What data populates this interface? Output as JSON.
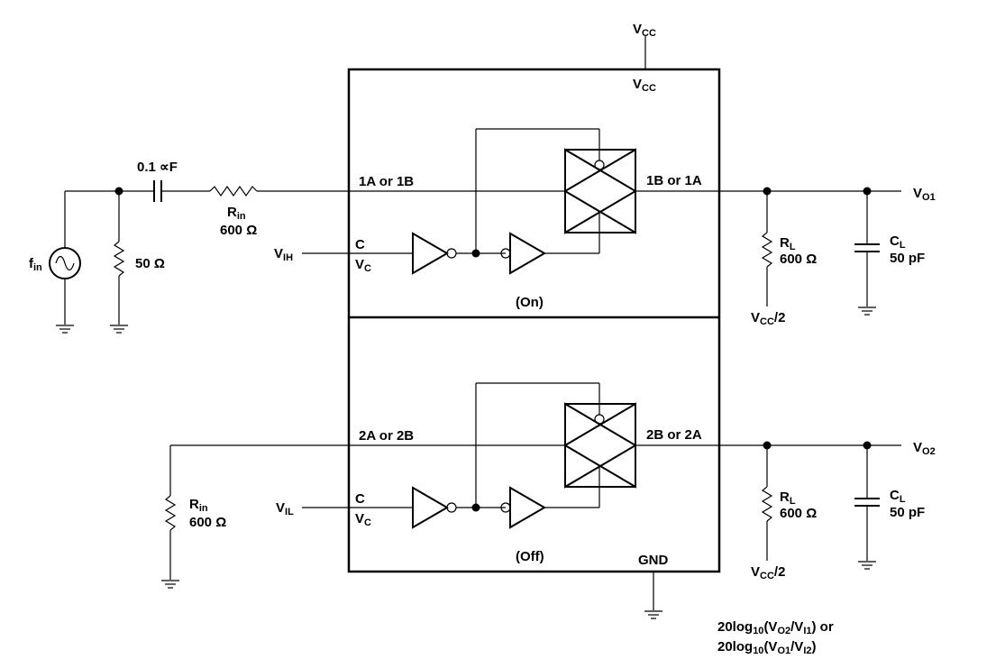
{
  "supply": {
    "vcc_top": {
      "main": "V",
      "sub": "CC"
    },
    "vcc_inner": {
      "main": "V",
      "sub": "CC"
    },
    "gnd": "GND"
  },
  "source": {
    "fin": {
      "main": "f",
      "sub": "in"
    },
    "r_term": "50 Ω",
    "cap": "0.1 ∝F",
    "rin_top": {
      "main": "R",
      "sub": "in",
      "value": "600 Ω"
    },
    "rin_bottom": {
      "main": "R",
      "sub": "in",
      "value": "600 Ω"
    }
  },
  "channel1": {
    "in_label": "1A or 1B",
    "out_label": "1B or 1A",
    "ctrl_c": "C",
    "ctrl_vc": {
      "main": "V",
      "sub": "C"
    },
    "ctrl_in": {
      "main": "V",
      "sub": "IH"
    },
    "state": "(On)",
    "rl": {
      "main": "R",
      "sub": "L",
      "value": "600 Ω"
    },
    "cl": {
      "main": "C",
      "sub": "L",
      "value": "50 pF"
    },
    "vcc2": {
      "main": "V",
      "sub": "CC",
      "tail": "/2"
    },
    "vout": {
      "main": "V",
      "sub": "O1"
    }
  },
  "channel2": {
    "in_label": "2A or 2B",
    "out_label": "2B or 2A",
    "ctrl_c": "C",
    "ctrl_vc": {
      "main": "V",
      "sub": "C"
    },
    "ctrl_in": {
      "main": "V",
      "sub": "IL"
    },
    "state": "(Off)",
    "rl": {
      "main": "R",
      "sub": "L",
      "value": "600 Ω"
    },
    "cl": {
      "main": "C",
      "sub": "L",
      "value": "50 pF"
    },
    "vcc2": {
      "main": "V",
      "sub": "CC",
      "tail": "/2"
    },
    "vout": {
      "main": "V",
      "sub": "O2"
    }
  },
  "formula": {
    "line1": {
      "a": "20log",
      "b": "10",
      "c": "(V",
      "d": "O2",
      "e": "/V",
      "f": "I1",
      "g": ") or"
    },
    "line2": {
      "a": "20log",
      "b": "10",
      "c": "(V",
      "d": "O1",
      "e": "/V",
      "f": "I2",
      "g": ")"
    }
  }
}
